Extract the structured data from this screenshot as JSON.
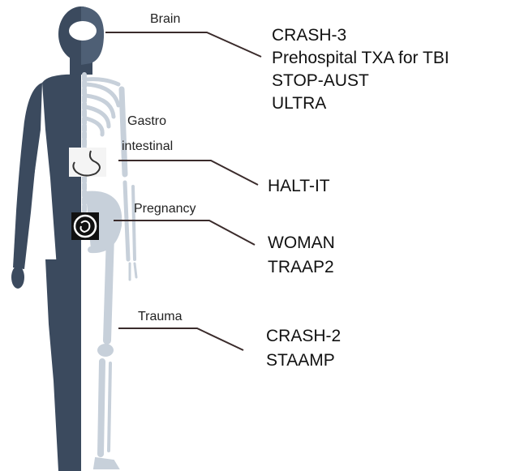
{
  "regions": {
    "brain": {
      "label": "Brain",
      "trials": [
        "CRASH-3",
        "Prehospital TXA for TBI",
        "STOP-AUST",
        "ULTRA"
      ]
    },
    "gastrointestinal": {
      "label_line1": "Gastro",
      "label_line2": "intestinal",
      "trials": [
        "HALT-IT"
      ]
    },
    "pregnancy": {
      "label": "Pregnancy",
      "trials": [
        "WOMAN",
        "TRAAP2"
      ]
    },
    "trauma": {
      "label": "Trauma",
      "trials": [
        "CRASH-2",
        "STAAMP"
      ]
    }
  },
  "colors": {
    "body": "#3b4a5e",
    "bone": "#c7d0da",
    "leader_line": "#3a2b2b",
    "organ_fill": "#ffffff"
  },
  "icons": {
    "brain": "brain-icon",
    "stomach": "stomach-icon",
    "fetus": "fetus-icon"
  }
}
